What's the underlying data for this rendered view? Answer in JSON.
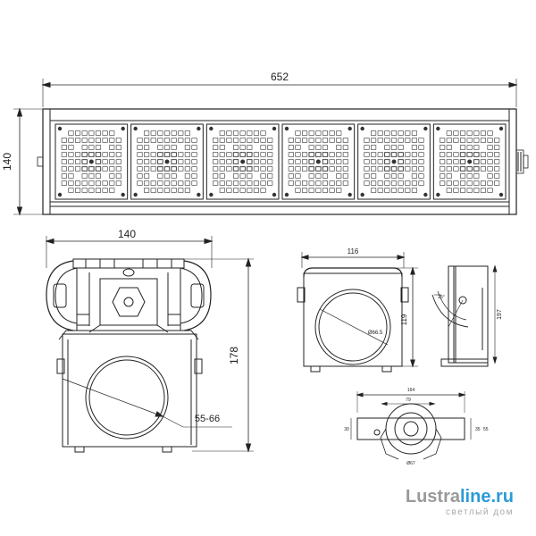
{
  "front_view": {
    "width_label": "652",
    "height_label": "140",
    "modules": 6
  },
  "side_view": {
    "width_label": "140",
    "height_label": "178",
    "pipe_label": "55-66"
  },
  "bracket_view": {
    "width_label": "116",
    "height_label": "119",
    "diameter_label": "Ø66.5"
  },
  "clamp_side_view": {
    "height_label": "197",
    "small_label": "25°"
  },
  "top_clamp_view": {
    "width_label": "164",
    "inner_label": "79",
    "left_label": "30",
    "right_label_a": "35",
    "right_label_b": "55",
    "bottom_label": "Ø67"
  },
  "watermark": {
    "brand_a": "Lustra",
    "brand_b": "line.ru",
    "tagline": "светлый дом",
    "brand_a_color": "#9a9a9a",
    "brand_b_color": "#2a9bd8"
  }
}
